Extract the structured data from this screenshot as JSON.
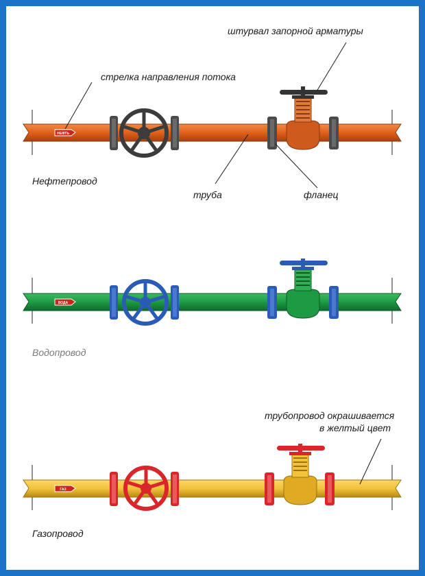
{
  "colors": {
    "frame": "#1a73c9",
    "oil_pipe": "#e0611c",
    "oil_pipe_dark": "#a8400e",
    "oil_valve_body": "#cf5a1e",
    "water_pipe": "#1e9a44",
    "water_pipe_dark": "#0f6a2c",
    "water_fittings": "#2a5bb5",
    "gas_pipe": "#f2c23a",
    "gas_pipe_dark": "#b88a14",
    "gas_fittings": "#d8262a",
    "flange_dark": "#4a4a4a"
  },
  "labels": {
    "valve_handwheel": "штурвал запорной арматуры",
    "flow_arrow": "стрелка направления потока",
    "pipe": "труба",
    "flange": "фланец",
    "color_note_line1": "трубопровод окрашивается",
    "color_note_line2": "в желтый цвет"
  },
  "pipelines": [
    {
      "name": "Нефтепровод",
      "arrow_text": "НЕФТЬ"
    },
    {
      "name": "Водопровод",
      "arrow_text": "ВОДА"
    },
    {
      "name": "Газопровод",
      "arrow_text": "ГАЗ"
    }
  ]
}
